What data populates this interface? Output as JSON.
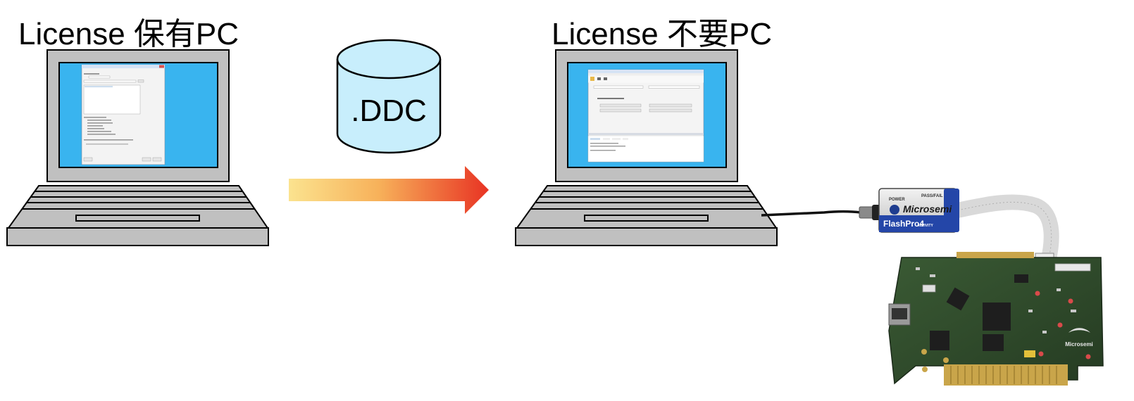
{
  "left_pc": {
    "title": "License 保有PC"
  },
  "right_pc": {
    "title": "License 不要PC"
  },
  "database": {
    "label": ".DDC"
  },
  "programmer": {
    "brand": "Microsemi",
    "model": "FlashPro4",
    "power_label": "POWER",
    "pass_fail_label": "PASS/FAIL",
    "activity_label": "ACTIVITY"
  },
  "board": {
    "brand": "Microsemi"
  },
  "colors": {
    "screen_blue": "#3ab5f0",
    "laptop_gray": "#c0c0c0",
    "db_fill": "#c8eefc",
    "arrow_start": "#fbe08a",
    "arrow_end": "#e83a25",
    "pcb_green": "#2f4a2a"
  }
}
